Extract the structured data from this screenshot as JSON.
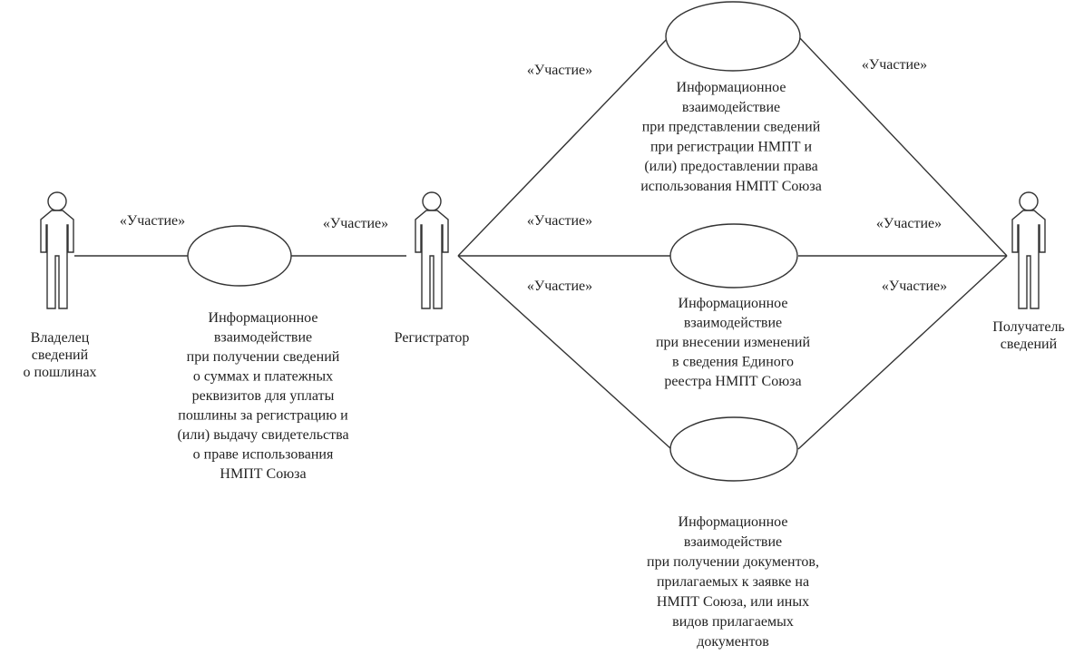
{
  "actors": {
    "owner": "Владелец\nсведений\nо пошлинах",
    "registrar": "Регистратор",
    "recipient": "Получатель\nсведений"
  },
  "stereotype": "«Участие»",
  "use_cases": {
    "fees": "Информационное\nвзаимодействие\nпри получении сведений\nо суммах и платежных\nреквизитов для уплаты\nпошлины за регистрацию и\n(или) выдачу свидетельства\nо праве использования\nНМПТ Союза",
    "registration": "Информационное\nвзаимодействие\nпри представлении сведений\nпри регистрации НМПТ и\n(или) предоставлении права\nиспользования НМПТ Союза",
    "changes": "Информационное\nвзаимодействие\nпри внесении изменений\nв сведения Единого\nреестра НМПТ Союза",
    "documents": "Информационное\nвзаимодействие\nпри получении документов,\nприлагаемых к заявке на\nНМПТ Союза, или иных\nвидов прилагаемых\nдокументов"
  },
  "colors": {
    "stroke": "#333333",
    "text": "#222222",
    "background": "#ffffff"
  }
}
